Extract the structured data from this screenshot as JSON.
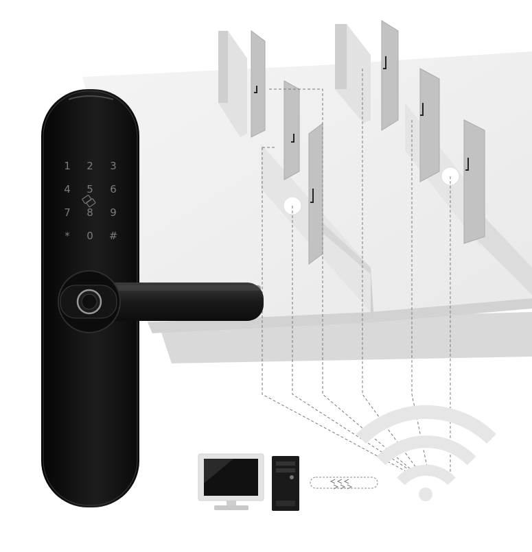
{
  "keypad": {
    "keys": [
      "1",
      "2",
      "3",
      "4",
      "5",
      "6",
      "7",
      "8",
      "9",
      "*",
      "0",
      "#"
    ]
  },
  "icons": {
    "nfc": "nfc-card-icon",
    "fingerprint": "fingerprint-sensor-icon",
    "wifi": "wifi-signal-icon",
    "monitor": "desktop-monitor-icon",
    "tower": "pc-tower-icon"
  },
  "colors": {
    "lock_body": "#141414",
    "floor_plan": "#f1f1f1",
    "walls": "#dedede",
    "doors": "#b9b9b9",
    "wifi": "#e6e6e6"
  }
}
